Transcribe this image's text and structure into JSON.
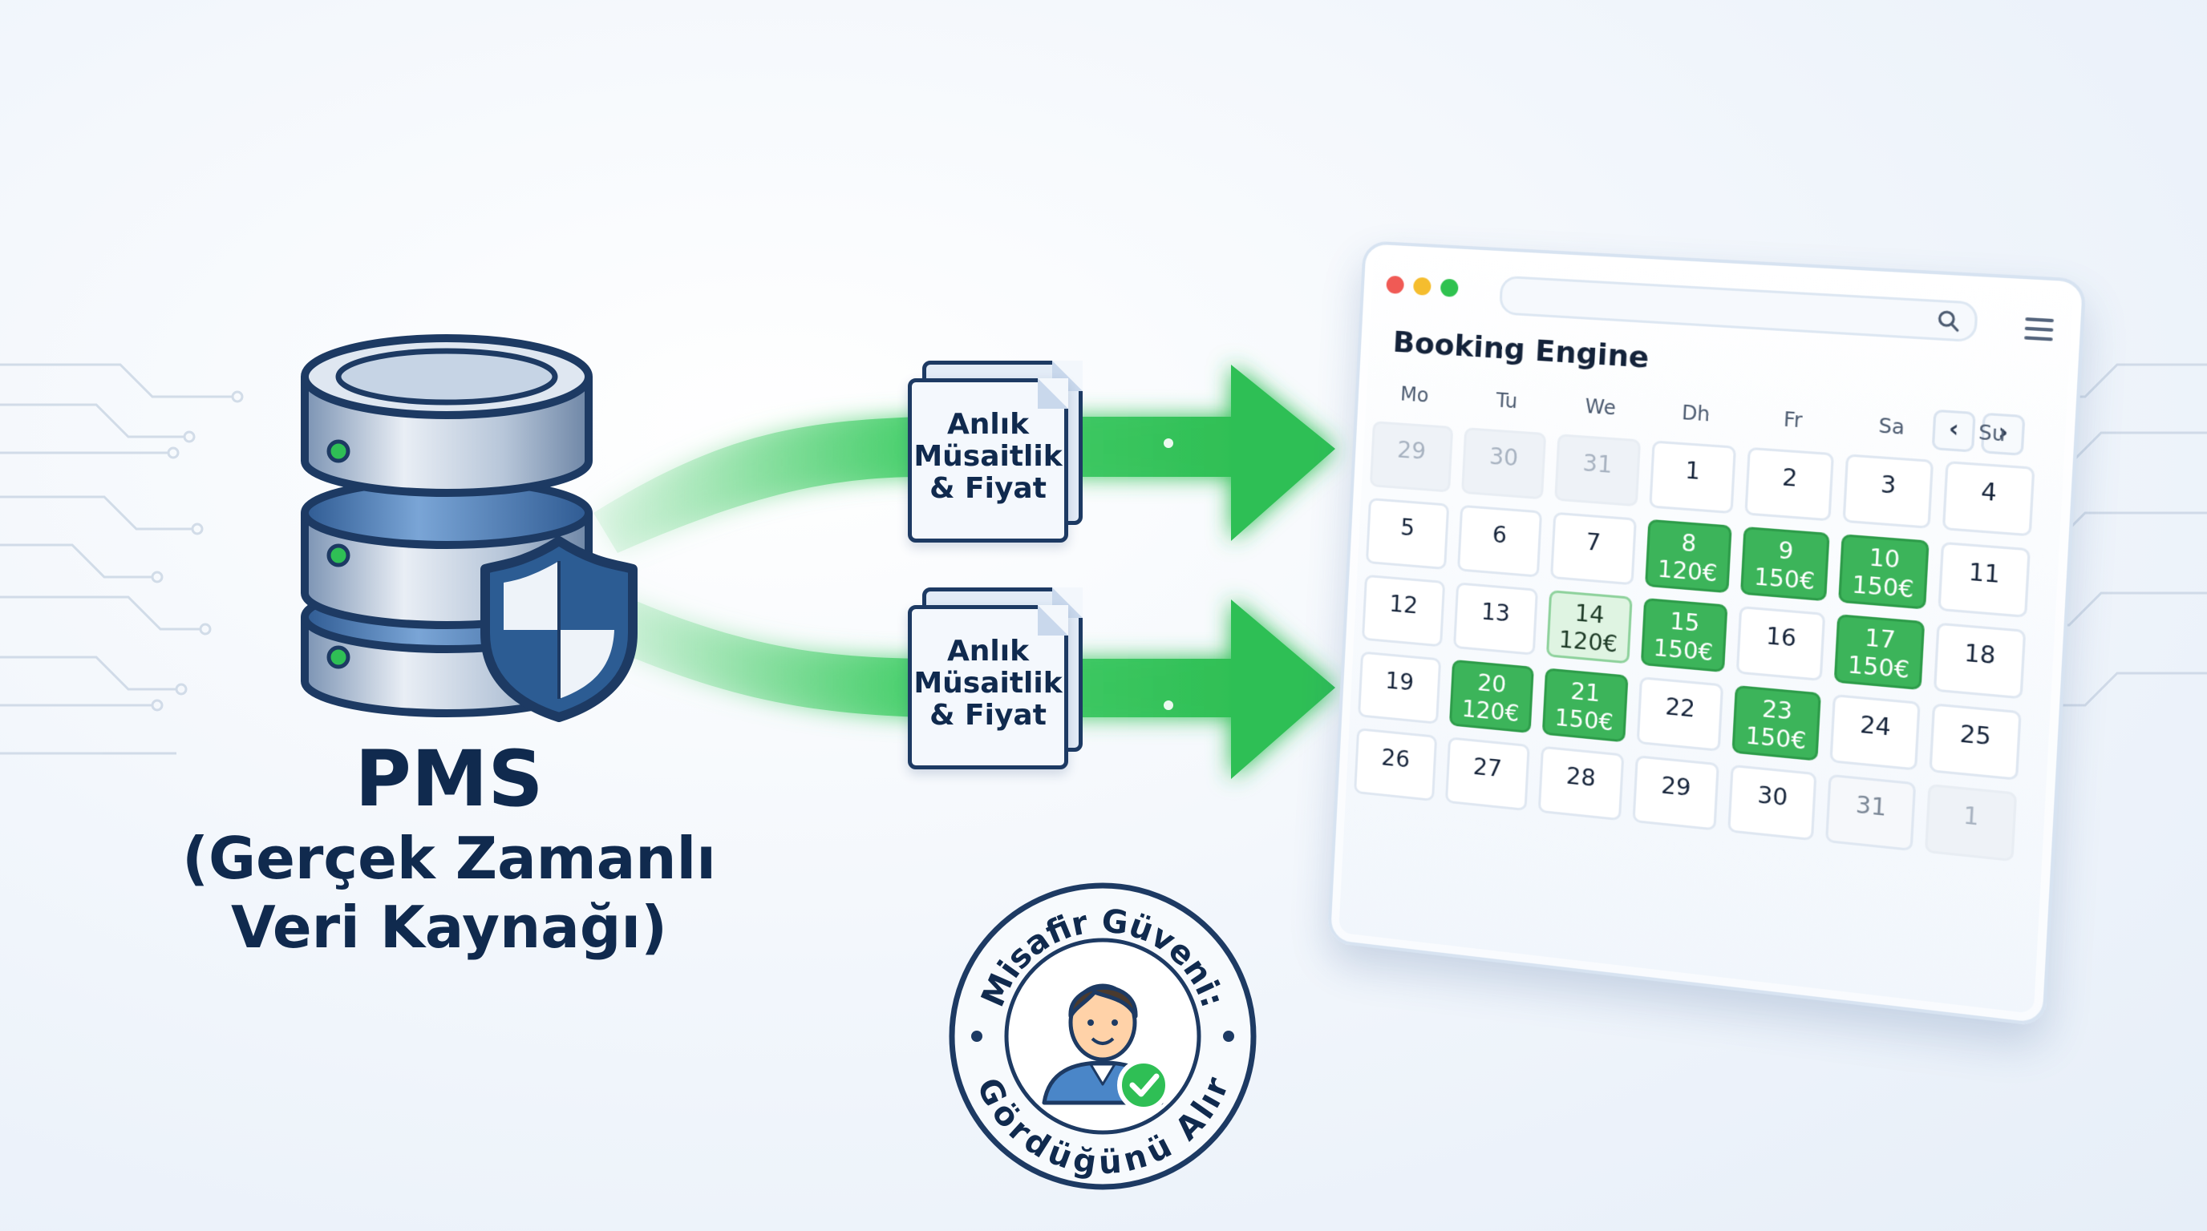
{
  "pms": {
    "title": "PMS",
    "subtitle_line1": "(Gerçek Zamanlı",
    "subtitle_line2": "Veri Kaynağı)"
  },
  "data_flows": [
    {
      "line1": "Anlık",
      "line2": "Müsaitlik",
      "line3": "& Fiyat"
    },
    {
      "line1": "Anlık",
      "line2": "Müsaitlik",
      "line3": "& Fiyat"
    }
  ],
  "booking_engine": {
    "title": "Booking Engine",
    "weekdays": [
      "Mo",
      "Tu",
      "We",
      "Dh",
      "Fr",
      "Sa",
      "Su"
    ],
    "days": [
      {
        "day": "29",
        "state": "muted",
        "price": ""
      },
      {
        "day": "30",
        "state": "muted",
        "price": ""
      },
      {
        "day": "31",
        "state": "muted",
        "price": ""
      },
      {
        "day": "1",
        "state": "normal",
        "price": ""
      },
      {
        "day": "2",
        "state": "normal",
        "price": ""
      },
      {
        "day": "3",
        "state": "normal",
        "price": ""
      },
      {
        "day": "4",
        "state": "normal",
        "price": ""
      },
      {
        "day": "5",
        "state": "normal",
        "price": ""
      },
      {
        "day": "6",
        "state": "normal",
        "price": ""
      },
      {
        "day": "7",
        "state": "normal",
        "price": ""
      },
      {
        "day": "8",
        "state": "avail",
        "price": "120€"
      },
      {
        "day": "9",
        "state": "avail",
        "price": "150€"
      },
      {
        "day": "10",
        "state": "avail",
        "price": "150€"
      },
      {
        "day": "11",
        "state": "normal",
        "price": ""
      },
      {
        "day": "12",
        "state": "normal",
        "price": ""
      },
      {
        "day": "13",
        "state": "normal",
        "price": ""
      },
      {
        "day": "14",
        "state": "light",
        "price": "120€"
      },
      {
        "day": "15",
        "state": "avail",
        "price": "150€"
      },
      {
        "day": "16",
        "state": "normal",
        "price": ""
      },
      {
        "day": "17",
        "state": "avail",
        "price": "150€"
      },
      {
        "day": "18",
        "state": "normal",
        "price": ""
      },
      {
        "day": "19",
        "state": "normal",
        "price": ""
      },
      {
        "day": "20",
        "state": "avail",
        "price": "120€"
      },
      {
        "day": "21",
        "state": "avail",
        "price": "150€"
      },
      {
        "day": "22",
        "state": "normal",
        "price": ""
      },
      {
        "day": "23",
        "state": "avail",
        "price": "150€"
      },
      {
        "day": "24",
        "state": "normal",
        "price": ""
      },
      {
        "day": "25",
        "state": "normal",
        "price": ""
      },
      {
        "day": "26",
        "state": "normal",
        "price": ""
      },
      {
        "day": "27",
        "state": "normal",
        "price": ""
      },
      {
        "day": "28",
        "state": "normal",
        "price": ""
      },
      {
        "day": "29",
        "state": "normal",
        "price": ""
      },
      {
        "day": "30",
        "state": "normal",
        "price": ""
      },
      {
        "day": "31",
        "state": "empty-fade",
        "price": ""
      },
      {
        "day": "1",
        "state": "muted",
        "price": ""
      }
    ]
  },
  "badge": {
    "top_text": "Misafir Güveni:",
    "bottom_text": "Gördüğünü Alır"
  },
  "colors": {
    "navy": "#13284a",
    "green": "#3cb45a",
    "arrow_green": "#2fbf55",
    "window_dot_red": "#f05a55",
    "window_dot_yellow": "#f5bd2e",
    "window_dot_green": "#2fc24f"
  },
  "icons": [
    "database-icon",
    "shield-icon",
    "document-icon",
    "arrow-right-icon",
    "search-icon",
    "menu-icon",
    "chevron-left-icon",
    "chevron-right-icon",
    "guest-avatar-icon",
    "checkmark-icon"
  ]
}
